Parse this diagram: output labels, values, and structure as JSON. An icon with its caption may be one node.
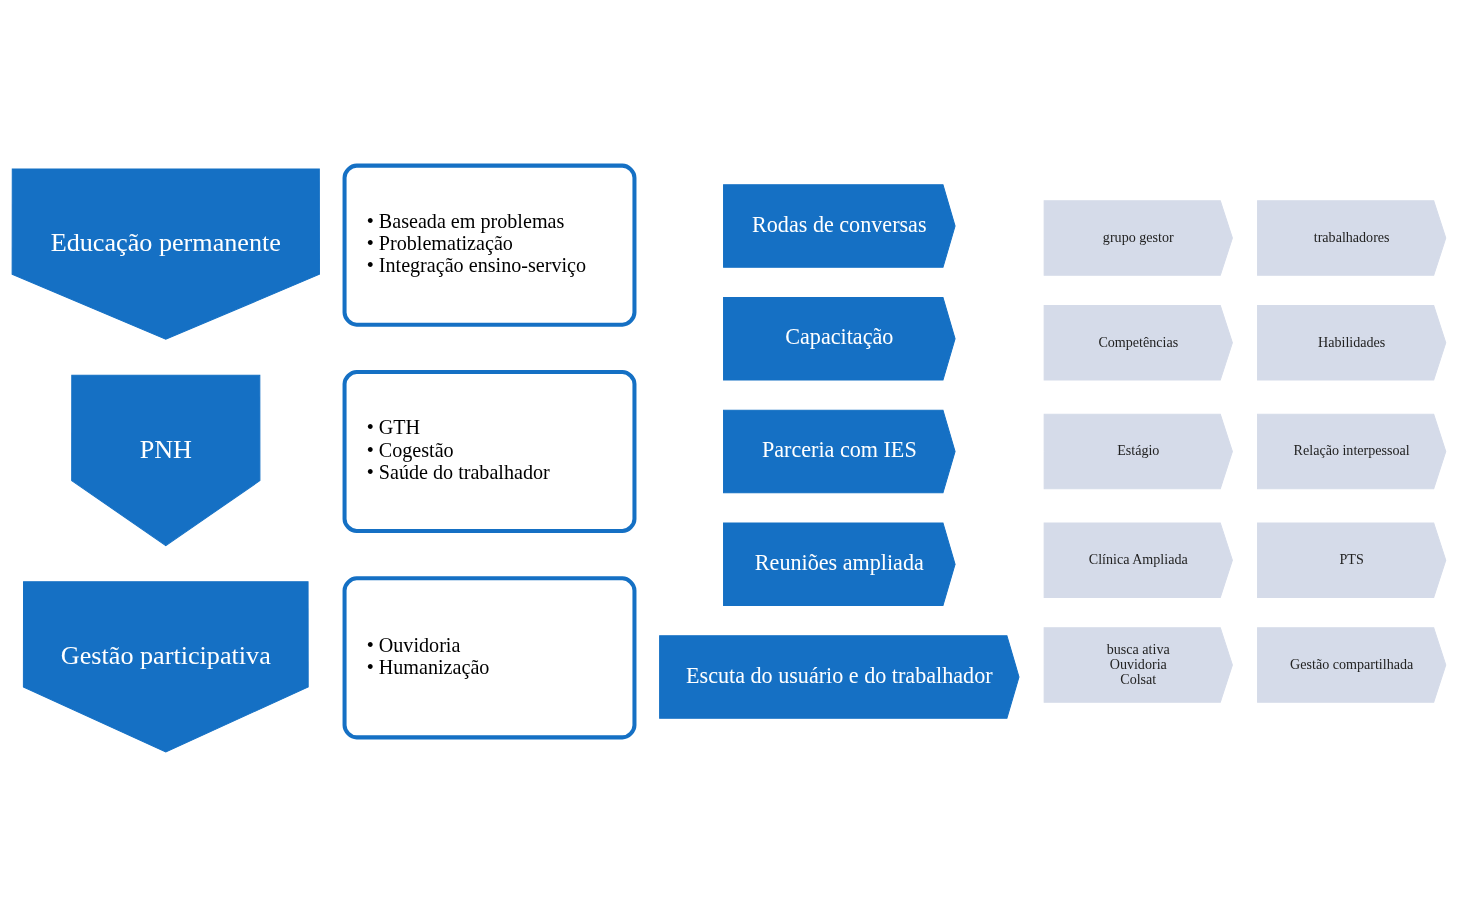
{
  "diagram": {
    "nodes": [
      {
        "text": [
          "Educação permanente"
        ]
      },
      {
        "text": [
          "• Baseada em problemas",
          "• Problematização",
          "• Integração ensino-serviço"
        ]
      },
      {
        "text": [
          "PNH"
        ]
      },
      {
        "text": [
          "• GTH",
          "• Cogestão",
          "• Saúde do trabalhador"
        ]
      },
      {
        "text": [
          "Gestão participativa"
        ]
      },
      {
        "text": [
          "• Ouvidoria",
          "• Humanização"
        ]
      },
      {
        "text": [
          "Rodas de conversas"
        ]
      },
      {
        "text": [
          "grupo gestor"
        ]
      },
      {
        "text": [
          "trabalhadores"
        ]
      },
      {
        "text": [
          "Capacitação"
        ]
      },
      {
        "text": [
          "Competências"
        ]
      },
      {
        "text": [
          "Habilidades"
        ]
      },
      {
        "text": [
          "Parceria com IES"
        ]
      },
      {
        "text": [
          "Estágio"
        ]
      },
      {
        "text": [
          "Relação interpessoal"
        ]
      },
      {
        "text": [
          "Reuniões ampliada"
        ]
      },
      {
        "text": [
          "Clínica Ampliada"
        ]
      },
      {
        "text": [
          "PTS"
        ]
      },
      {
        "text": [
          "Escuta do usuário e do trabalhador"
        ]
      },
      {
        "text": [
          "busca ativa",
          "Ouvidoria",
          "Colsat"
        ]
      },
      {
        "text": [
          "Gestão compartilhada"
        ]
      }
    ]
  }
}
